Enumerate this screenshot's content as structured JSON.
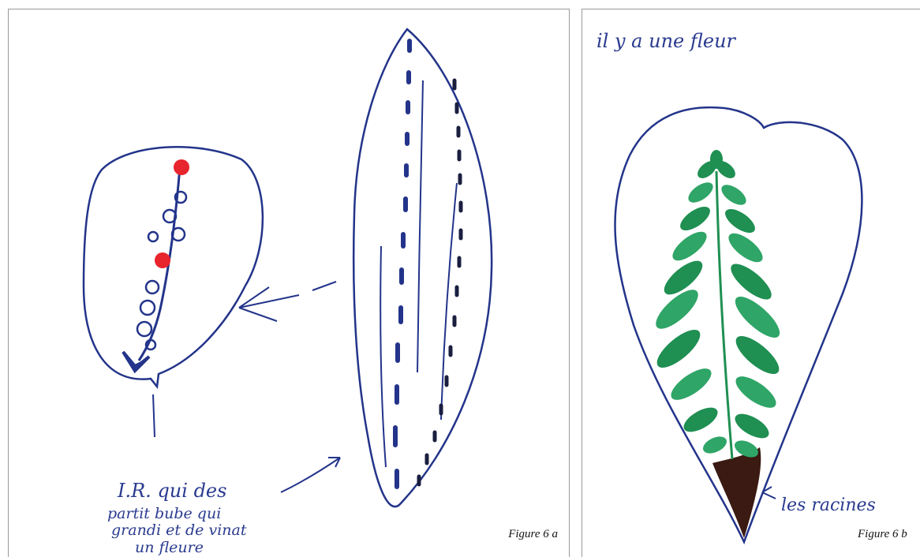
{
  "figures": {
    "a": {
      "caption": "Figure 6 a",
      "handwritten_note": [
        "I.R. qui des",
        "partit bube qui",
        "grandi et de vinat",
        "un fleure"
      ]
    },
    "b": {
      "caption": "Figure 6 b",
      "handwritten_title": "il y a une fleur",
      "handwritten_label": "les racines"
    }
  },
  "colors": {
    "ink_blue": "#23348a",
    "flower_red": "#e8242c",
    "leaf_green": "#1f8f52",
    "leaf_green_light": "#2fa567",
    "root_brown": "#3a1a12",
    "border": "#9a9a9a"
  }
}
